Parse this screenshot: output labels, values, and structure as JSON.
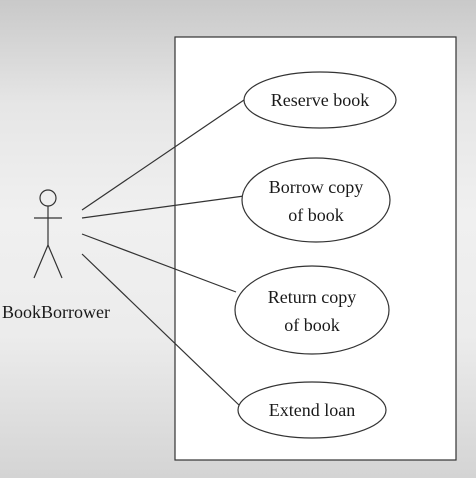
{
  "diagram": {
    "actor": {
      "name": "BookBorrower"
    },
    "use_cases": [
      {
        "id": "reserve",
        "lines": [
          "Reserve book"
        ]
      },
      {
        "id": "borrow",
        "lines": [
          "Borrow copy",
          "of book"
        ]
      },
      {
        "id": "return",
        "lines": [
          "Return copy",
          "of book"
        ]
      },
      {
        "id": "extend",
        "lines": [
          "Extend loan"
        ]
      }
    ]
  }
}
